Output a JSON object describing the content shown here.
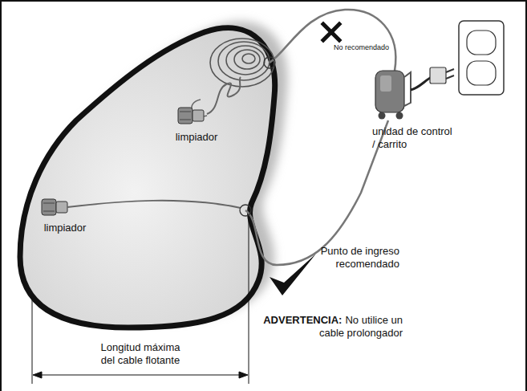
{
  "diagram": {
    "labels": [
      "limpiador",
      "limpiador",
      "No recomendado",
      "unidad de control / carrito",
      "Punto de ingreso recomendado",
      "ADVERTENCIA:",
      "No utilice un cable prolongador",
      "Longitud máxima del cable flotante"
    ]
  }
}
